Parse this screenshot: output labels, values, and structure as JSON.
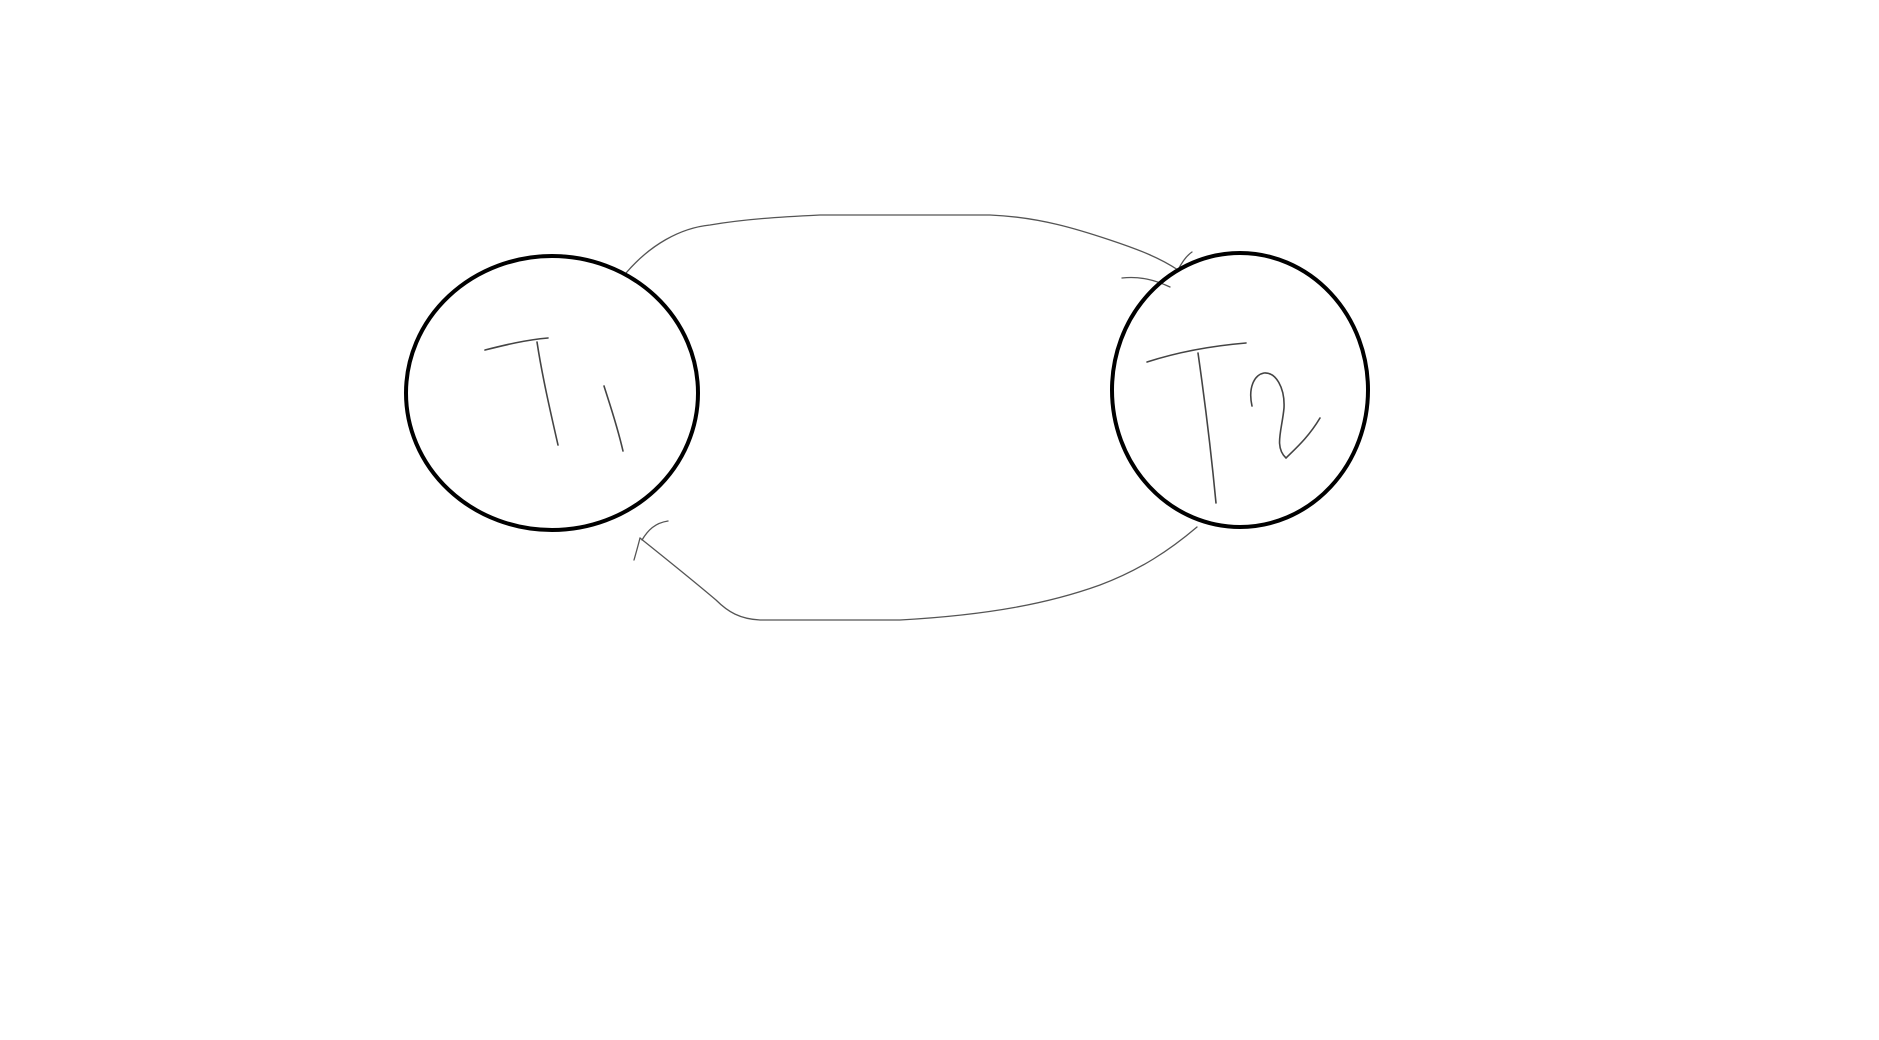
{
  "diagram": {
    "nodes": [
      {
        "id": "t1",
        "label": "T1"
      },
      {
        "id": "t2",
        "label": "T2"
      }
    ],
    "edges": [
      {
        "from": "t1",
        "to": "t2",
        "route": "top"
      },
      {
        "from": "t2",
        "to": "t1",
        "route": "bottom"
      }
    ],
    "colors": {
      "background": "#ffffff",
      "node_outline": "#000000",
      "sketch_stroke": "#555555"
    }
  }
}
